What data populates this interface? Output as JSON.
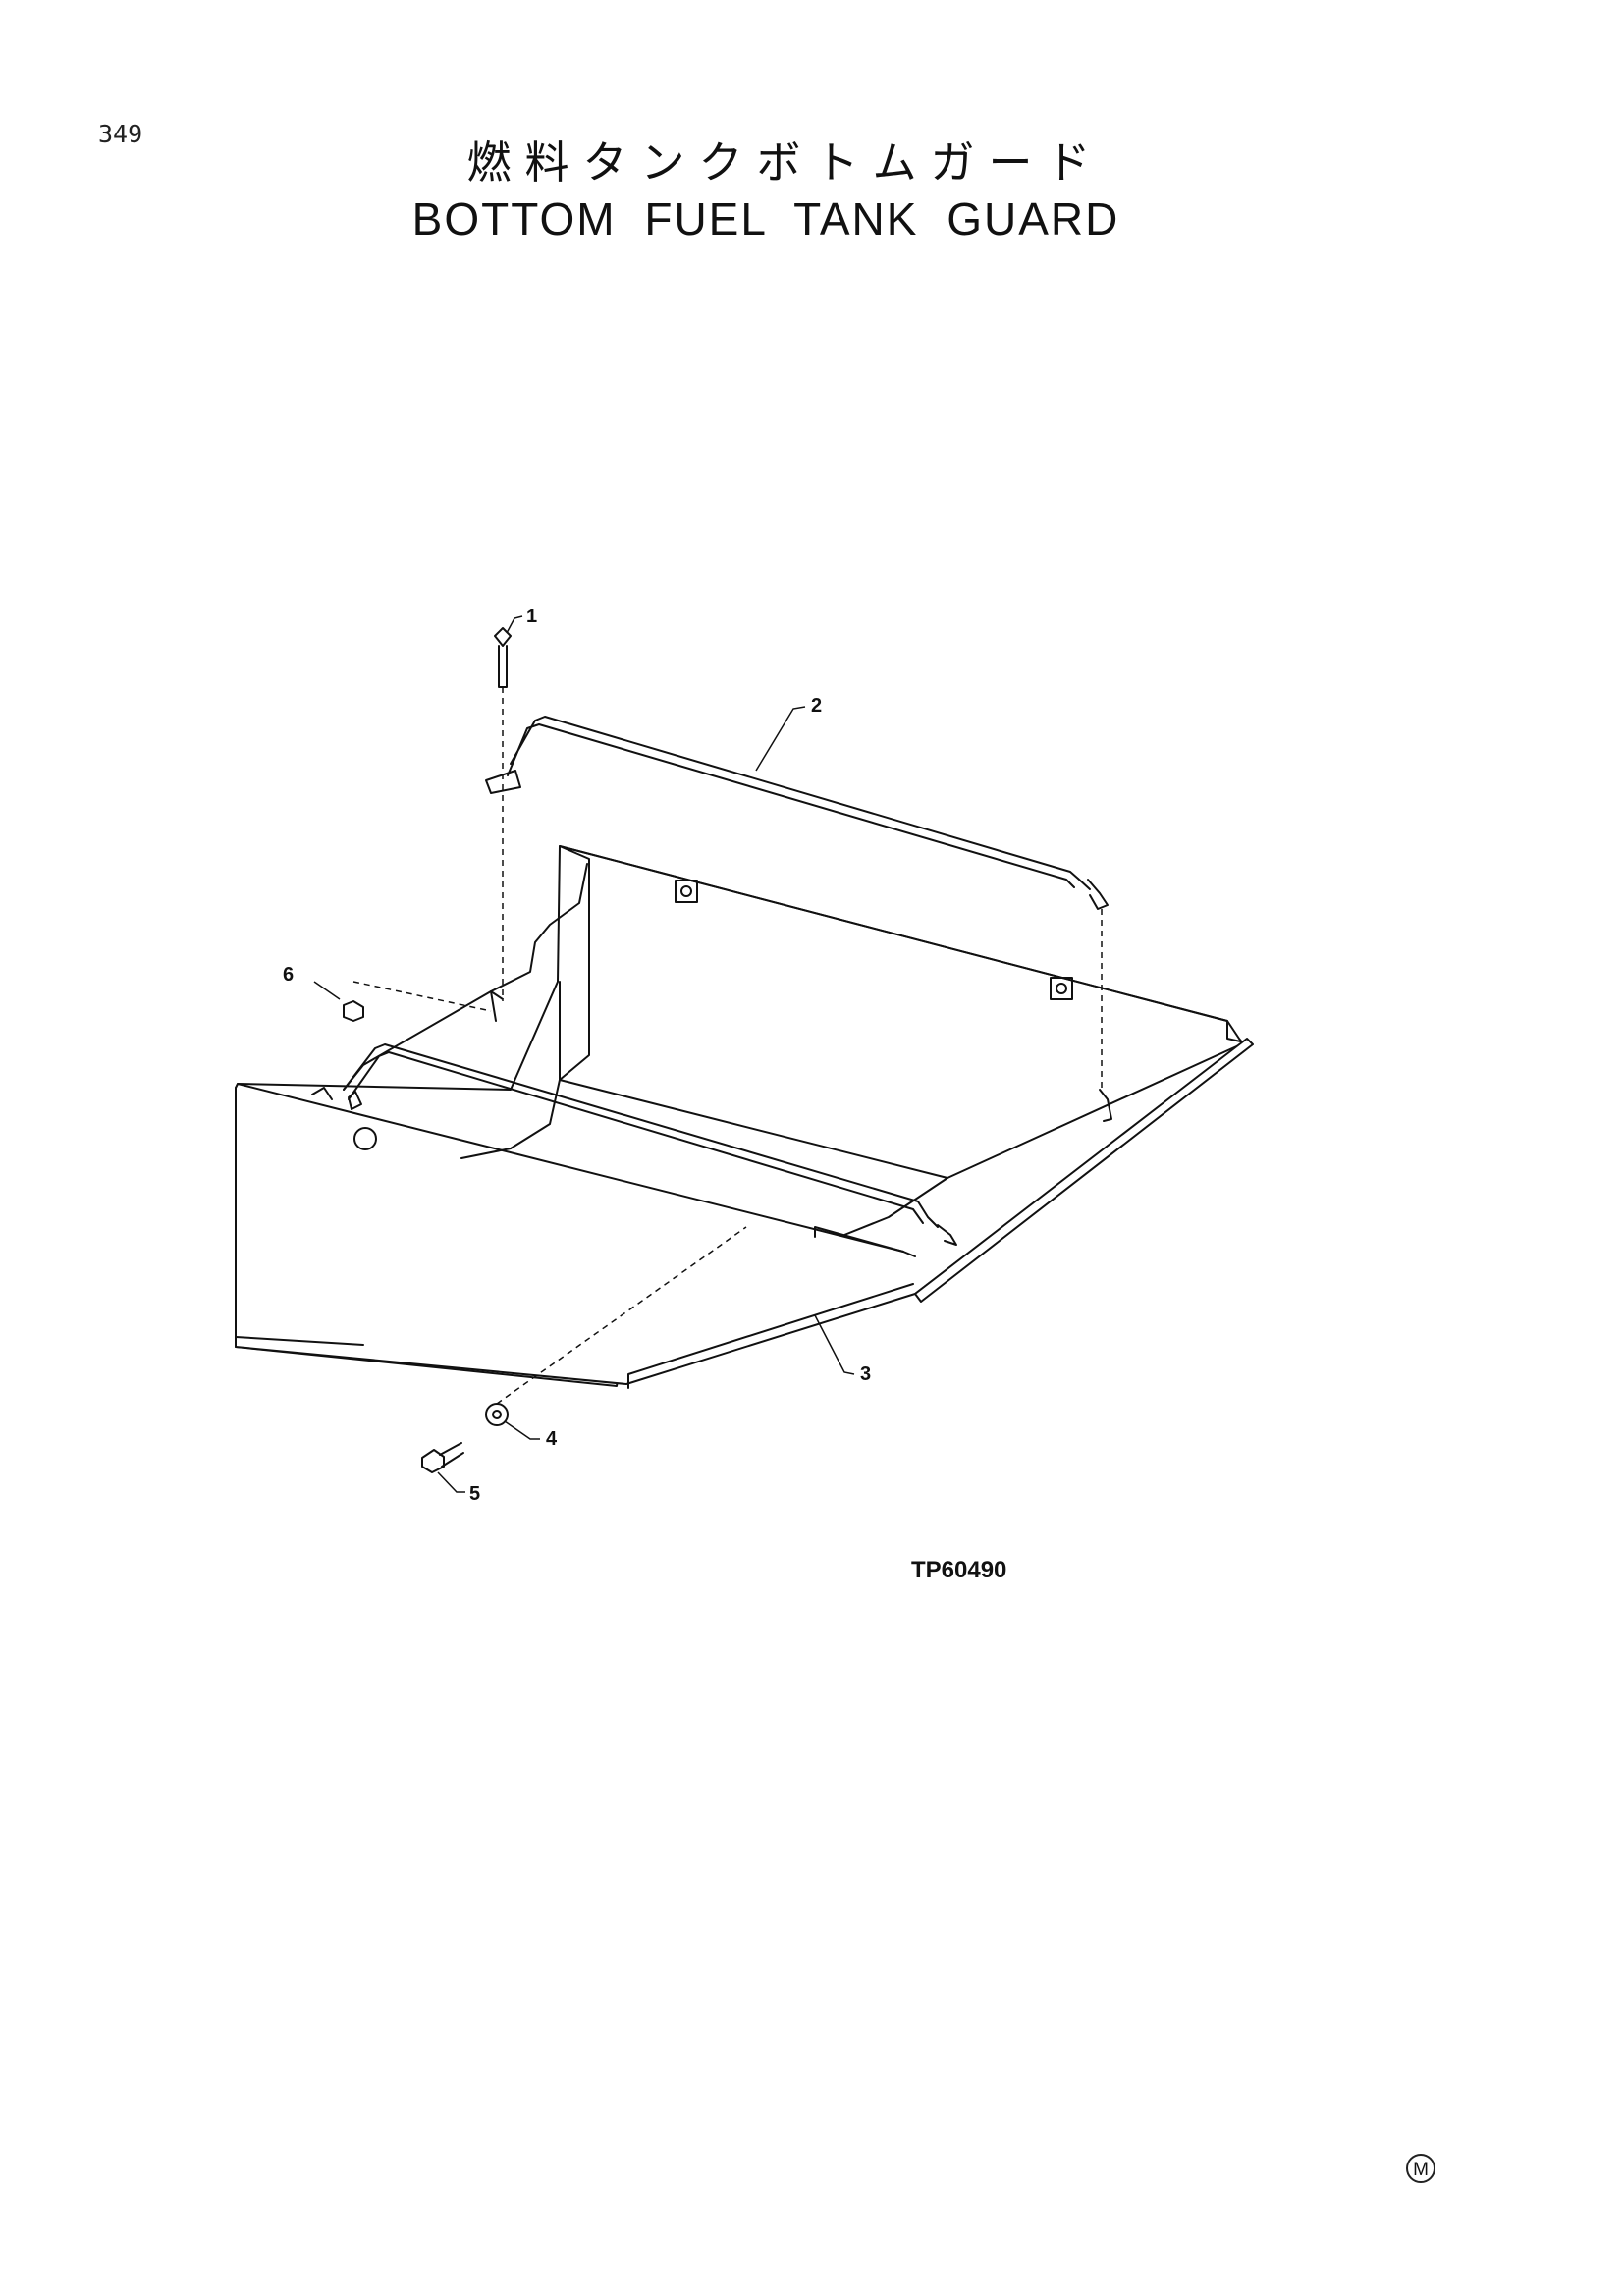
{
  "page": {
    "number": "349"
  },
  "title": {
    "japanese": "燃料タンクボトムガード",
    "english": "BOTTOM FUEL TANK GUARD"
  },
  "callouts": [
    "1",
    "2",
    "3",
    "4",
    "5",
    "6"
  ],
  "figure_code": "TP60490",
  "maker_mark": "M"
}
